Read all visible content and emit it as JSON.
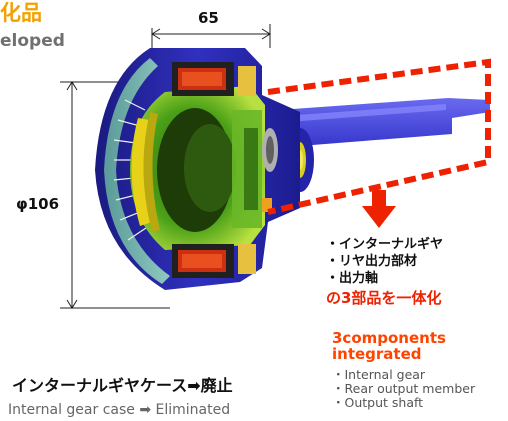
{
  "header": {
    "title_fragment": "化品",
    "subtitle_fragment": "eloped"
  },
  "dimensions": {
    "length": "65",
    "diameter": "φ106"
  },
  "components_jp": {
    "items": [
      "・インターナルギヤ",
      "・リヤ出力部材",
      "・出力軸"
    ],
    "summary": "の3部品を一体化"
  },
  "components_en": {
    "title_line1": "3components",
    "title_line2": "integrated",
    "items": [
      "・Internal gear",
      "・Rear output member",
      "・Output shaft"
    ]
  },
  "case_note": {
    "jp": "インターナルギヤケース➡廃止",
    "en": "Internal gear case ➡ Eliminated"
  },
  "colors": {
    "housing": "#2a2ab0",
    "shaft": "#3a3ad8",
    "gear_green": "#3fa021",
    "gear_yellow": "#e8d219",
    "callout_red": "#ee2200",
    "title_orange": "#f2a200"
  }
}
